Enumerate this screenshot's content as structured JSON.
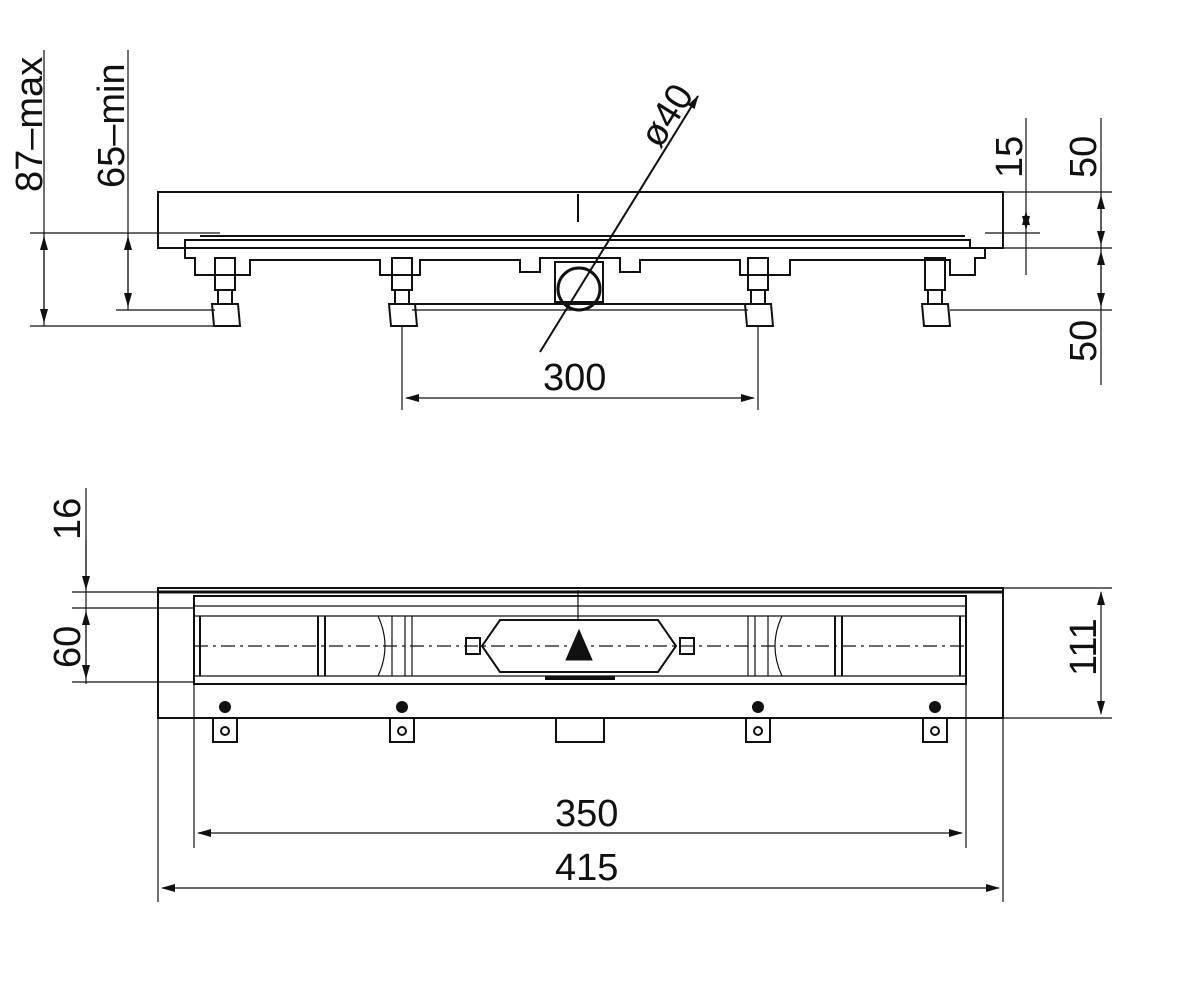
{
  "dimensions": {
    "max_height": "87–max",
    "min_height": "65–min",
    "pipe_diameter": "ø40",
    "feet_spacing": "300",
    "grate_thickness": "15",
    "upper_height": "50",
    "lower_height": "50",
    "top_offset": "16",
    "channel_width": "60",
    "overall_depth": "111",
    "inner_length": "350",
    "overall_length": "415"
  }
}
